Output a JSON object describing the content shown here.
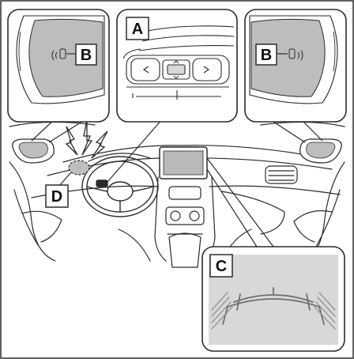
{
  "labels": {
    "a": "A",
    "b_left": "B",
    "b_right": "B",
    "c": "C",
    "d": "D"
  },
  "colors": {
    "line": "#2b2b2b",
    "panel_fill": "#ffffff",
    "mirror_fill": "#bdbdbd",
    "screen_fill": "#b9b9b9",
    "camera_bg": "#d8d8d8",
    "guide_line": "#6e6e6e",
    "label_box": "#ffffff"
  },
  "icons": {
    "bsm_indicator": "bsm-indicator-icon",
    "buzzer": "buzzer-icon",
    "sound_waves": "lightning-sound-icon",
    "switch_left": "chevron-left-icon",
    "switch_right": "chevron-right-icon"
  }
}
